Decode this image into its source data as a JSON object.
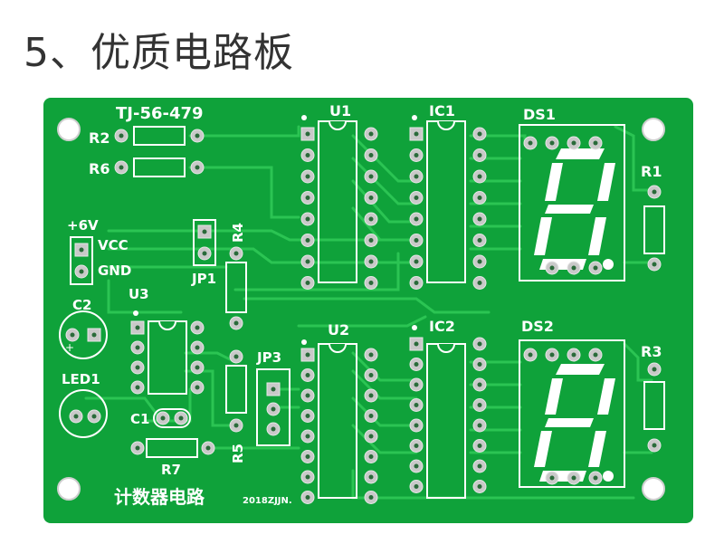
{
  "heading": "5、优质电路板",
  "board": {
    "colors": {
      "board": "#0fa23a",
      "trace": "#2bc453",
      "silk": "#ffffff",
      "pad": "#c9c9c9"
    },
    "labels": {
      "model": "TJ-56-479",
      "r2": "R2",
      "r6": "R6",
      "r1": "R1",
      "r3": "R3",
      "r4": "R4",
      "r5": "R5",
      "r7": "R7",
      "u1": "U1",
      "u2": "U2",
      "u3": "U3",
      "ic1": "IC1",
      "ic2": "IC2",
      "ds1": "DS1",
      "ds2": "DS2",
      "jp1": "JP1",
      "jp3": "JP3",
      "c1": "C1",
      "c2": "C2",
      "led1": "LED1",
      "plus6v": "+6V",
      "vcc": "VCC",
      "gnd": "GND",
      "title": "计数器电路",
      "code": "2018ZJJN."
    }
  }
}
